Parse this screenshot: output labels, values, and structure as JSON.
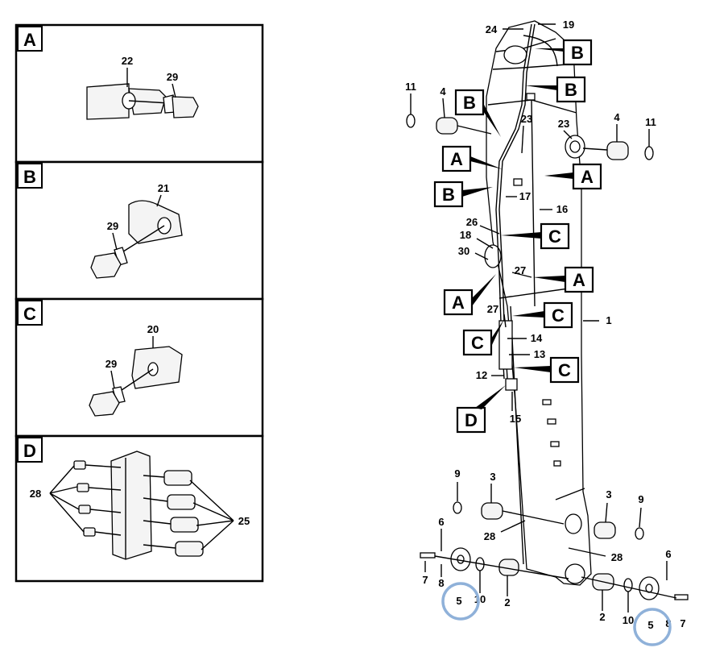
{
  "panels": [
    {
      "letter": "A",
      "labels": [
        "22",
        "29"
      ]
    },
    {
      "letter": "B",
      "labels": [
        "21",
        "29"
      ]
    },
    {
      "letter": "C",
      "labels": [
        "20",
        "29"
      ]
    },
    {
      "letter": "D",
      "labels": [
        "28",
        "25"
      ]
    }
  ],
  "main_diagram": {
    "callout_boxes": [
      "B",
      "B",
      "B",
      "A",
      "A",
      "B",
      "C",
      "A",
      "A",
      "C",
      "C",
      "C",
      "D"
    ],
    "part_labels": [
      "24",
      "19",
      "11",
      "4",
      "23",
      "4",
      "11",
      "23",
      "17",
      "16",
      "26",
      "18",
      "30",
      "27",
      "27",
      "1",
      "14",
      "13",
      "12",
      "15",
      "9",
      "3",
      "3",
      "9",
      "28",
      "6",
      "28",
      "6",
      "7",
      "8",
      "5",
      "10",
      "2",
      "2",
      "10",
      "5",
      "8",
      "7"
    ]
  },
  "highlight_color": "#8fb1d9"
}
